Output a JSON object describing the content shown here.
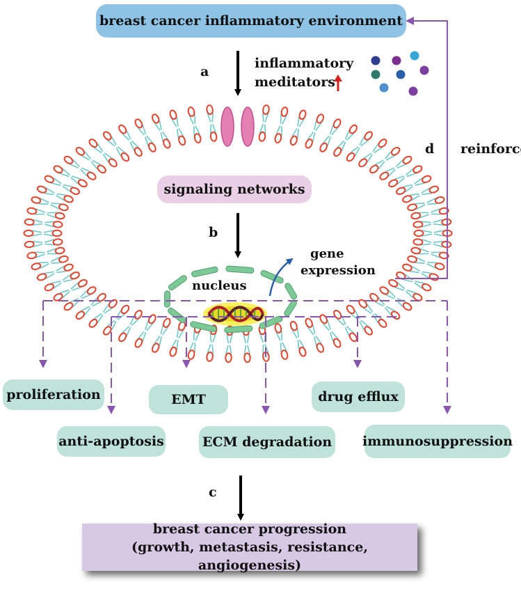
{
  "top_box": "breast cancer inflammatory environment",
  "signaling": "signaling networks",
  "nucleus": "nucleus",
  "gene_expression": [
    "gene",
    "expression"
  ],
  "mediators": [
    "inflammatory",
    "meditators"
  ],
  "step_labels": {
    "a": "a",
    "b": "b",
    "c": "c",
    "d": "d"
  },
  "reinforce": "reinforce",
  "outcomes": {
    "proliferation": "proliferation",
    "emt": "EMT",
    "drug_efflux": "drug efflux",
    "anti_apoptosis": "anti-apoptosis",
    "ecm_degradation": "ECM degradation",
    "immunosuppression": "immunosuppression"
  },
  "progression": [
    "breast cancer progression",
    "(growth, metastasis, resistance, angiogenesis)"
  ],
  "colors": {
    "top_box": "#8fc3e6",
    "signaling": "#ead0e6",
    "outcome": "#bfe3d8",
    "progression": "#d7c9e4",
    "dashed": "#8a55b0",
    "lipid_head": "#e8402a",
    "lipid_tail": "#6cc8c8",
    "receptor": "#e47fb2",
    "nucleus": "#7cc896",
    "up_arrow": "#d8201c",
    "curve_arrow": "#2b5fa8"
  },
  "mediator_dots": [
    "#2f3d8f",
    "#7a2f8f",
    "#37a5d6",
    "#2e7a6a",
    "#2b5fa8",
    "#7a3f9f",
    "#4f8fcf",
    "#7a3f9f"
  ]
}
